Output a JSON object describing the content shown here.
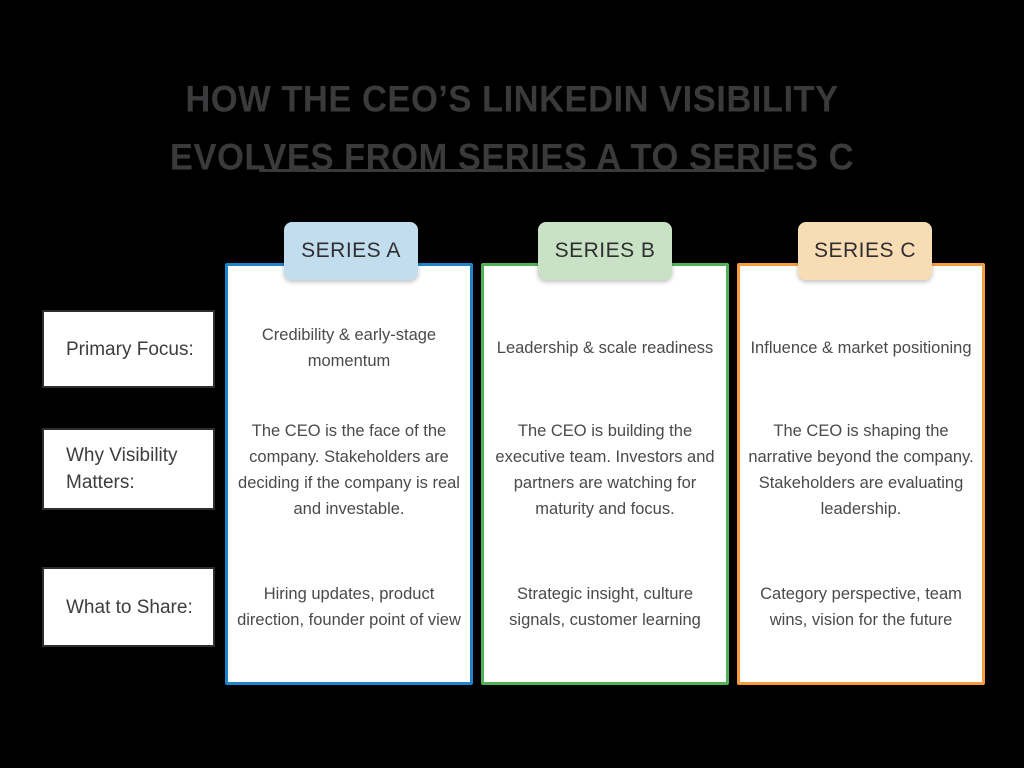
{
  "title": {
    "line1": "HOW THE CEO’S LINKEDIN VISIBILITY",
    "line2": "EVOLVES FROM SERIES A TO SERIES C"
  },
  "rows": [
    {
      "label": "Primary Focus:"
    },
    {
      "label": "Why Visibility Matters:"
    },
    {
      "label": "What to Share:"
    }
  ],
  "columns": [
    {
      "header": "SERIES A",
      "accent_color": "#1d86c8",
      "header_bg_color": "#c2ddee",
      "cells": [
        "Credibility & early-stage momentum",
        "The CEO is the face of the company. Stakeholders are deciding if the company is real and investable.",
        "Hiring updates, product direction, founder point of view"
      ]
    },
    {
      "header": "SERIES B",
      "accent_color": "#52b156",
      "header_bg_color": "#c9e2c6",
      "cells": [
        "Leadership & scale readiness",
        "The CEO is building the executive team. Investors and partners are watching for maturity and focus.",
        "Strategic insight, culture signals, customer learning"
      ]
    },
    {
      "header": "SERIES C",
      "accent_color": "#f79d3d",
      "header_bg_color": "#f8dcb3",
      "cells": [
        "Influence & market positioning",
        "The CEO is shaping the narrative beyond the company. Stakeholders are evaluating leadership.",
        "Category perspective, team wins, vision for the future"
      ]
    }
  ],
  "colors": {
    "background": "#000000",
    "card_background": "#ffffff",
    "title_text": "#3a3a3c",
    "body_text": "#4a4a4a",
    "label_border": "#2e2e2e"
  }
}
